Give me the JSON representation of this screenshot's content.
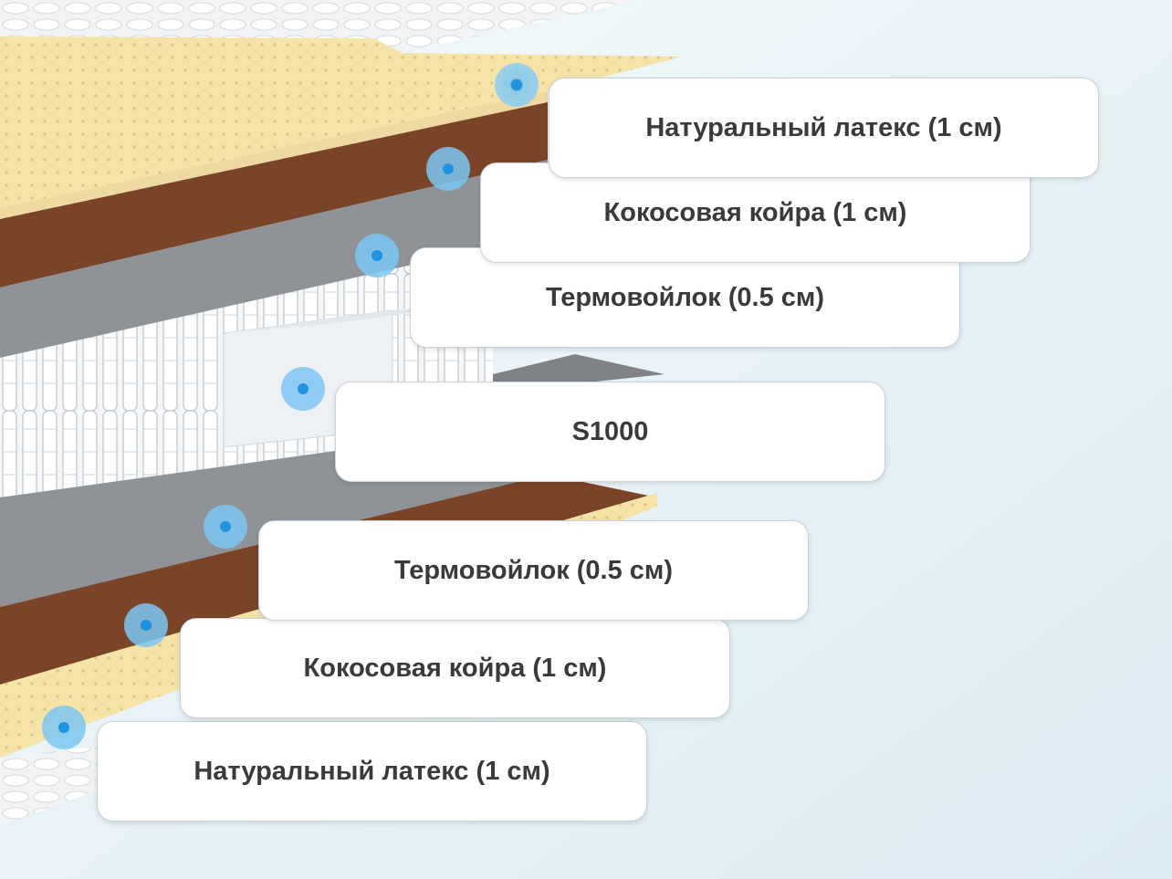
{
  "layers": [
    {
      "label": "Натуральный латекс (1 см)"
    },
    {
      "label": "Кокосовая койра (1 см)"
    },
    {
      "label": "Термовойлок (0.5 см)"
    },
    {
      "label": "S1000"
    },
    {
      "label": "Термовойлок (0.5 см)"
    },
    {
      "label": "Кокосовая койра (1 см)"
    },
    {
      "label": "Натуральный латекс (1 см)"
    }
  ],
  "colors": {
    "latex": "#f5e3a8",
    "coir": "#7a4428",
    "felt": "#8f9398",
    "springs": "#f2f4f6",
    "marker": "#4fb0ec",
    "background": "#eaf4f8"
  }
}
